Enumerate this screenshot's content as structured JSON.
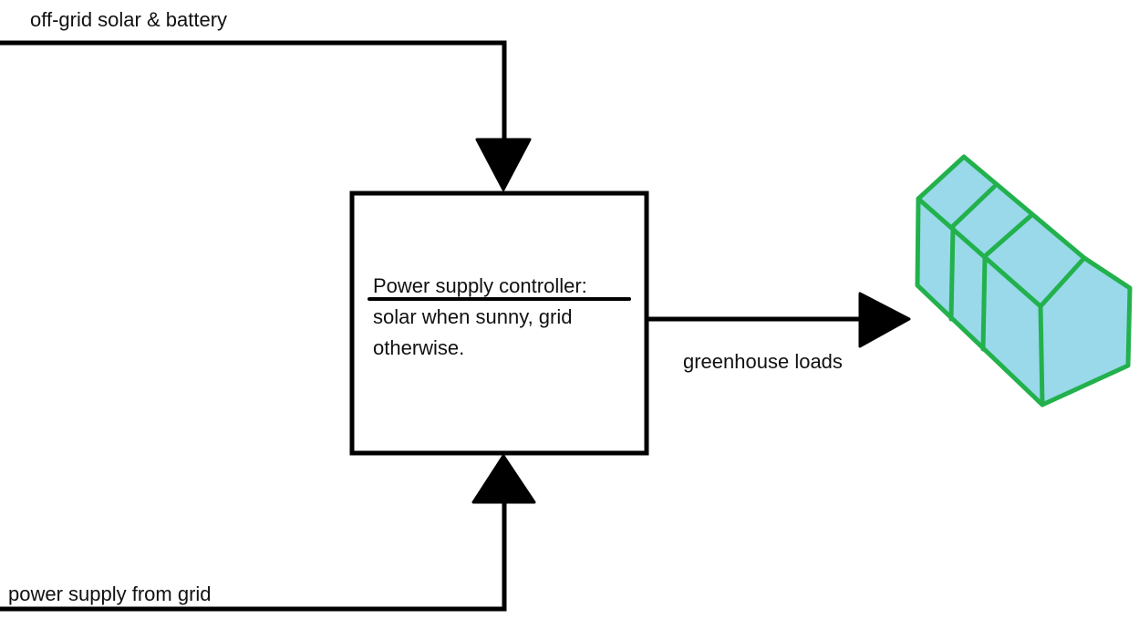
{
  "diagram": {
    "inputs": {
      "solar": {
        "label": "off-grid solar & battery"
      },
      "grid": {
        "label": "power supply from grid"
      }
    },
    "controller": {
      "title": "Power supply controller:",
      "line2": "solar when sunny, grid",
      "line3": "otherwise."
    },
    "output": {
      "label": "greenhouse loads"
    },
    "greenhouse": {
      "icon": "greenhouse-icon",
      "fill_color": "#99d9ea",
      "stroke_color": "#22b14c"
    },
    "line_color": "#000000"
  }
}
